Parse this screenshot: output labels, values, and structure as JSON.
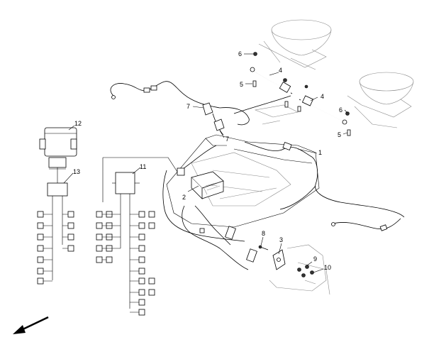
{
  "callouts": {
    "c1": "1",
    "c2": "2",
    "c3": "3",
    "c4a": "4",
    "c4b": "4",
    "c5a": "5",
    "c5b": "5",
    "c6a": "6",
    "c6b": "6",
    "c7a": "7",
    "c7b": "7",
    "c8": "8",
    "c9": "9",
    "c10": "10",
    "c11": "11",
    "c12": "12",
    "c13": "13"
  },
  "icons": {
    "direction_arrow": "arrow-down-left-icon"
  }
}
